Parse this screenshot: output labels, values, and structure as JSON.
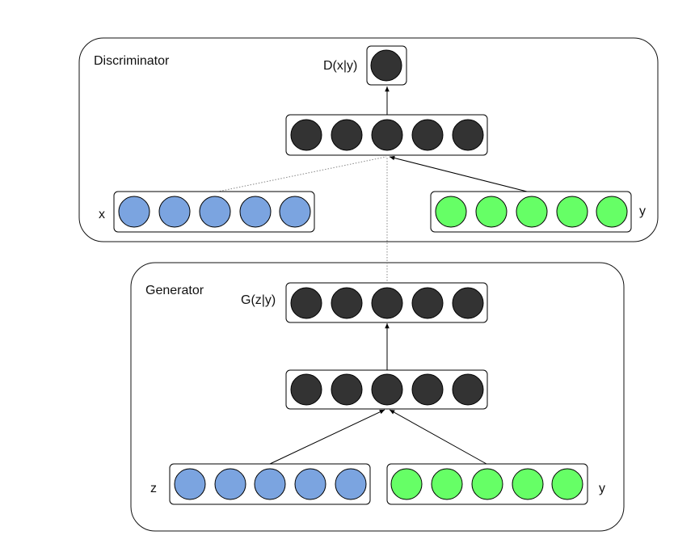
{
  "discriminator": {
    "title": "Discriminator",
    "output_label": "D(x|y)",
    "x_label": "x",
    "y_label": "y"
  },
  "generator": {
    "title": "Generator",
    "output_label": "G(z|y)",
    "z_label": "z",
    "y_label": "y"
  },
  "colors": {
    "dark_node": "#333333",
    "blue_node": "#7ba4e0",
    "green_node": "#66ff66",
    "stroke": "#000000",
    "panel_stroke": "#111111"
  }
}
